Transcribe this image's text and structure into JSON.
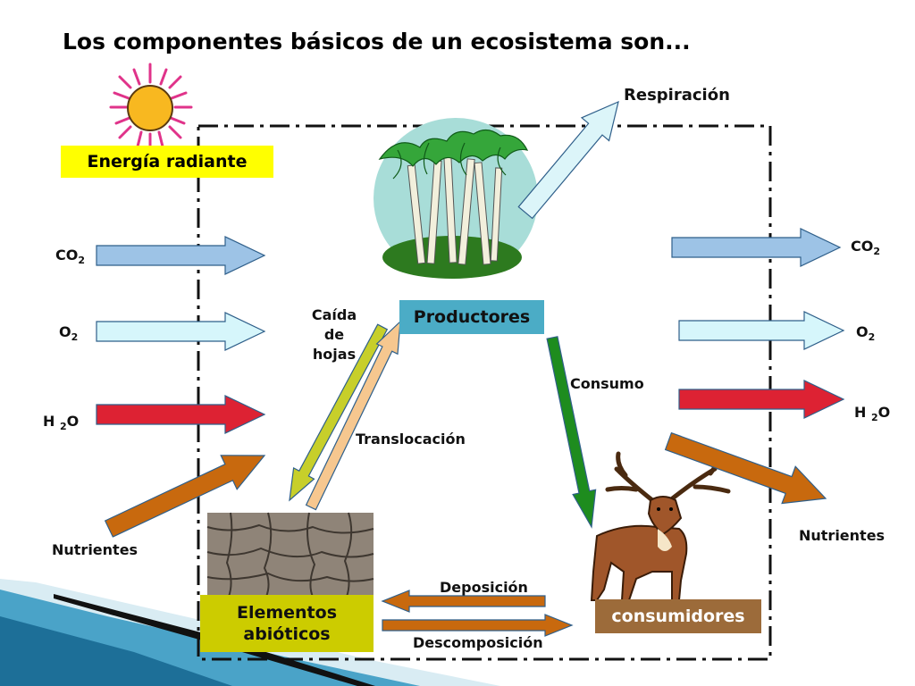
{
  "title": "Los componentes básicos de un ecosistema son...",
  "boxes": {
    "energy": "Energía radiante",
    "producers": "Productores",
    "abiotic_line1": "Elementos",
    "abiotic_line2": "abióticos",
    "consumers": "consumidores"
  },
  "left_inputs": {
    "co2_base": "CO",
    "co2_sub": "2",
    "o2_base": "O",
    "o2_sub": "2",
    "h2o_pre": "H ",
    "h2o_sub": "2",
    "h2o_post": "O",
    "nutrients": "Nutrientes"
  },
  "right_outputs": {
    "co2_base": "CO",
    "co2_sub": "2",
    "o2_base": "O",
    "o2_sub": "2",
    "h2o_pre": "H ",
    "h2o_sub": "2",
    "h2o_post": "O",
    "nutrients": "Nutrientes"
  },
  "flows": {
    "respiration": "Respiración",
    "leaf_fall_1": "Caída",
    "leaf_fall_2": "de",
    "leaf_fall_3": "hojas",
    "translocation": "Translocación",
    "consumption": "Consumo",
    "deposition": "Deposición",
    "decomposition": "Descomposición"
  },
  "colors": {
    "co2_arrow": "#9dc3e6",
    "o2_arrow": "#d6f6fb",
    "h2o_arrow": "#dd2233",
    "nutrient_arrow": "#c8690e",
    "leaf_fall_arrow": "#c7cf2a",
    "translocation_arrow": "#f6c78f",
    "consumption_arrow": "#1e8c1e",
    "respiration_arrow": "#dcf5f9",
    "energy_box": "#ffff00",
    "producers_box": "#4bacc6",
    "abiotic_box": "#cccc00",
    "consumers_box": "#9c6b3a"
  }
}
